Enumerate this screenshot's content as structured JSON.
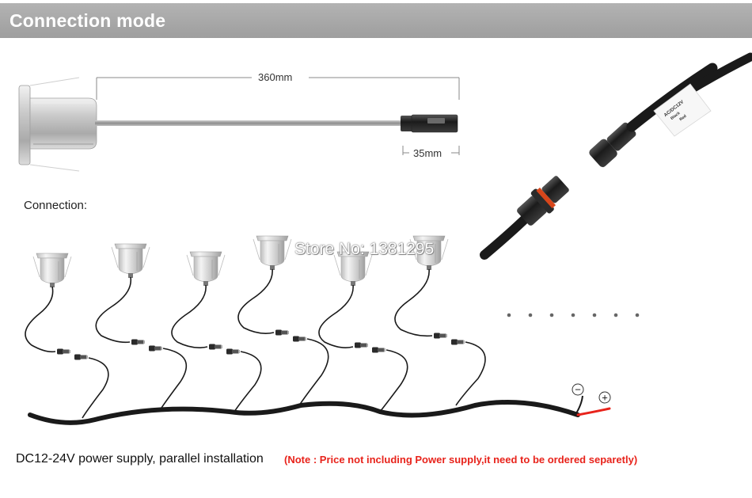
{
  "header": {
    "title": "Connection mode"
  },
  "dimensions": {
    "length": "360mm",
    "connector": "35mm"
  },
  "connection_label": "Connection:",
  "watermark": "Store No: 1381295",
  "polarity": {
    "negative": "−",
    "positive": "+"
  },
  "footer": {
    "supply": "DC12-24V power supply, parallel installation",
    "note": "(Note : Price not including Power supply,it need to be ordered separetly)"
  },
  "connector_label": {
    "line1": "AC/DC12V",
    "line2": "Black",
    "line3": "Red"
  },
  "colors": {
    "header_bg": "#a8a8a8",
    "note_red": "#e8231b",
    "cable": "#1a1a1a",
    "positive_wire": "#e8231b"
  }
}
